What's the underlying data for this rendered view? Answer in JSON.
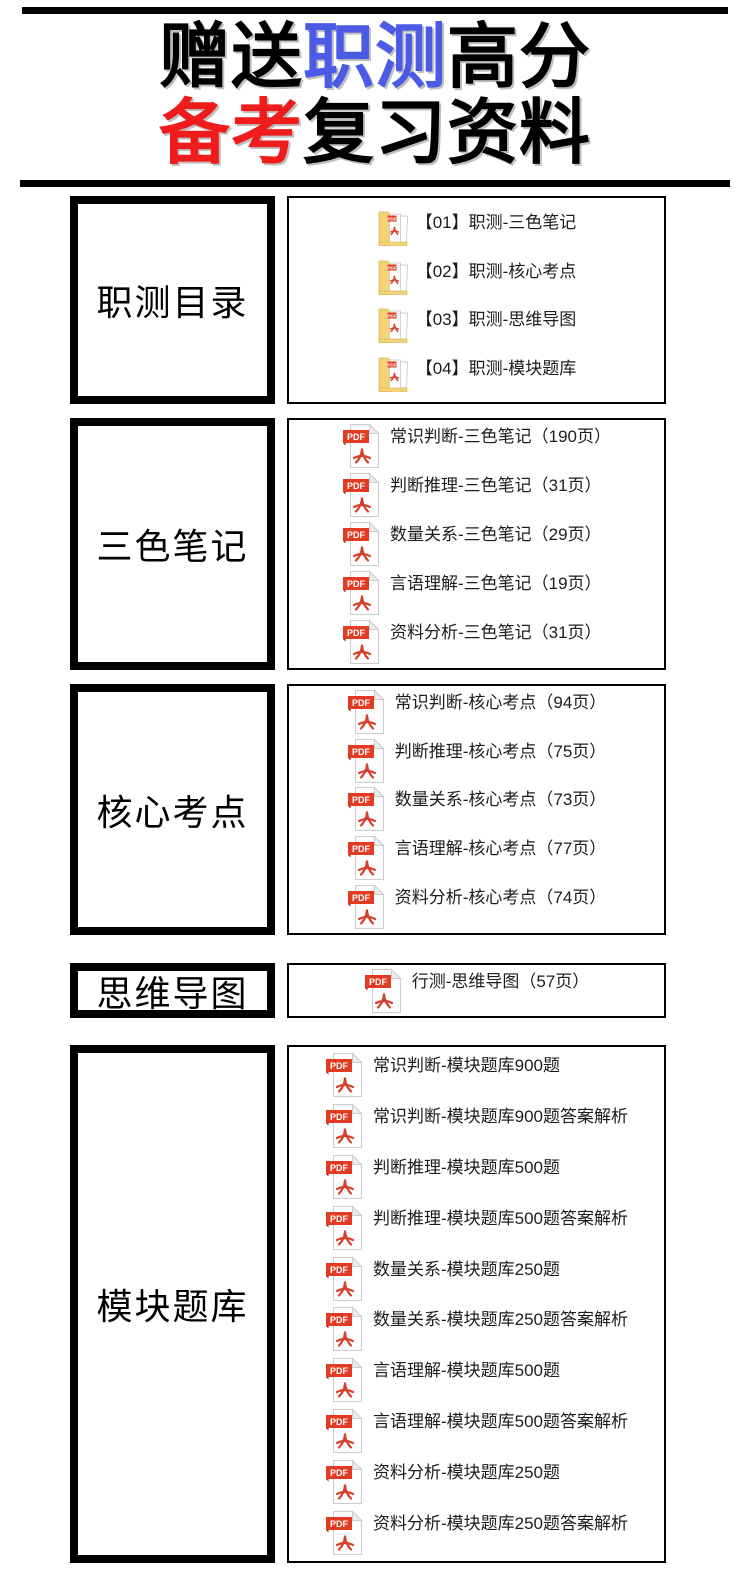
{
  "header": {
    "title_line1": [
      {
        "text": "赠送",
        "color": "#000000"
      },
      {
        "text": "职测",
        "color": "#4b5be6"
      },
      {
        "text": "高分",
        "color": "#000000"
      }
    ],
    "title_line2": [
      {
        "text": "备考",
        "color": "#ee1c1c"
      },
      {
        "text": "复习资料",
        "color": "#000000"
      }
    ]
  },
  "pdf_badge_label": "PDF",
  "colors": {
    "pdf_badge_red": "#e23b23",
    "pdf_mark_red": "#d6402b",
    "folder_yellow": "#f4d276",
    "title_blue": "#4b5be6",
    "title_red": "#ee1c1c"
  },
  "sections": [
    {
      "label": "职测目录",
      "icon": "folder",
      "items": [
        "【01】职测-三色笔记",
        "【02】职测-核心考点",
        "【03】职测-思维导图",
        "【04】职测-模块题库"
      ]
    },
    {
      "label": "三色笔记",
      "icon": "pdf",
      "items": [
        "常识判断-三色笔记（190页）",
        "判断推理-三色笔记（31页）",
        "数量关系-三色笔记（29页）",
        "言语理解-三色笔记（19页）",
        "资料分析-三色笔记（31页）"
      ]
    },
    {
      "label": "核心考点",
      "icon": "pdf",
      "items": [
        "常识判断-核心考点（94页）",
        "判断推理-核心考点（75页）",
        "数量关系-核心考点（73页）",
        "言语理解-核心考点（77页）",
        "资料分析-核心考点（74页）"
      ]
    },
    {
      "label": "思维导图",
      "icon": "pdf",
      "items": [
        "行测-思维导图（57页）"
      ]
    },
    {
      "label": "模块题库",
      "icon": "pdf",
      "items": [
        "常识判断-模块题库900题",
        "常识判断-模块题库900题答案解析",
        "判断推理-模块题库500题",
        "判断推理-模块题库500题答案解析",
        "数量关系-模块题库250题",
        "数量关系-模块题库250题答案解析",
        "言语理解-模块题库500题",
        "言语理解-模块题库500题答案解析",
        "资料分析-模块题库250题",
        "资料分析-模块题库250题答案解析"
      ]
    }
  ]
}
